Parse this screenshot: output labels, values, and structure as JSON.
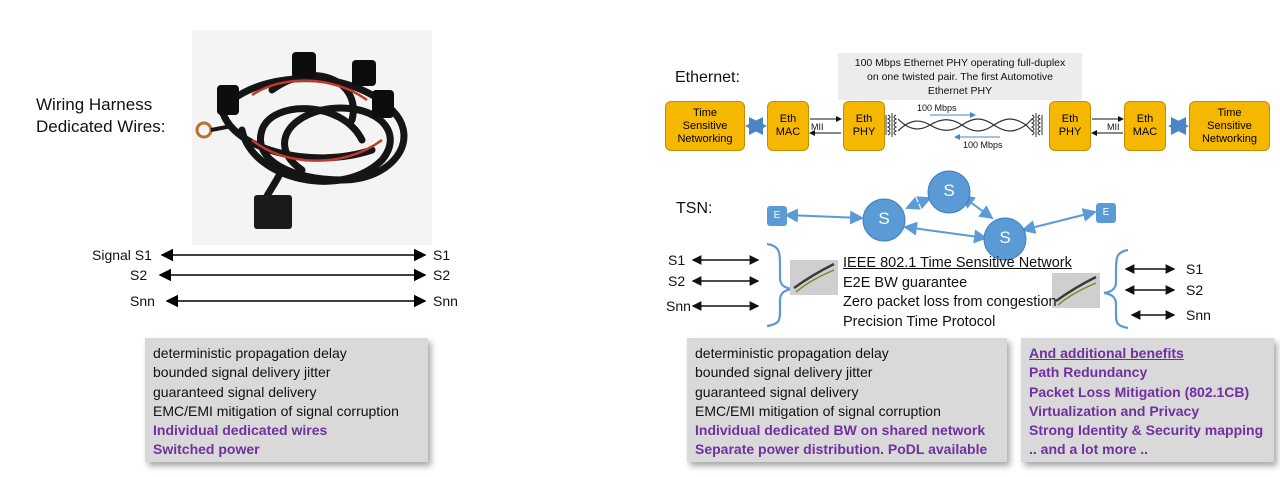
{
  "left": {
    "title_line1": "Wiring Harness",
    "title_line2": "Dedicated Wires:",
    "image": "wiring-harness-photo",
    "signals": [
      {
        "left": "Signal S1",
        "right": "S1"
      },
      {
        "left": "S2",
        "right": "S2"
      },
      {
        "left": "Snn",
        "right": "Snn"
      }
    ],
    "properties": [
      "deterministic propagation delay",
      "bounded signal delivery jitter",
      "guaranteed signal delivery",
      "EMC/EMI mitigation of signal corruption"
    ],
    "highlights": [
      "Individual dedicated wires",
      "Switched power"
    ]
  },
  "ethernet": {
    "label": "Ethernet:",
    "callout": [
      "100 Mbps Ethernet PHY operating full-duplex",
      "on one twisted pair.  The first Automotive",
      "Ethernet PHY"
    ],
    "tsn_left": [
      "Time",
      "Sensitive",
      "Networking"
    ],
    "mac": [
      "Eth",
      "MAC"
    ],
    "phy": [
      "Eth",
      "PHY"
    ],
    "mii": "MII",
    "rate_top": "100 Mbps",
    "rate_bottom": "100 Mbps",
    "tsn_right": [
      "Time",
      "Sensitive",
      "Networking"
    ],
    "colors": {
      "box": "#f5b700",
      "arrow": "#4a86c5"
    }
  },
  "tsn": {
    "label": "TSN:",
    "switch": "S",
    "endpoint": "E",
    "signals_left": [
      "S1",
      "S2",
      "Snn"
    ],
    "signals_right": [
      "S1",
      "S2",
      "Snn"
    ],
    "features_title": "IEEE 802.1 Time Sensitive Network",
    "features": [
      "E2E BW guarantee",
      "Zero packet loss from congestion",
      "Precision Time Protocol"
    ],
    "colors": {
      "node": "#5b9bd5",
      "link": "#5b9bd5"
    }
  },
  "tsn_box": {
    "properties": [
      "deterministic propagation delay",
      "bounded signal delivery jitter",
      "guaranteed signal delivery",
      "EMC/EMI mitigation of signal corruption"
    ],
    "highlights": [
      "Individual dedicated BW on shared network",
      "Separate power distribution.  PoDL available"
    ]
  },
  "benefits": {
    "title": "And additional benefits",
    "items": [
      "Path Redundancy",
      "Packet Loss Mitigation (802.1CB)",
      "Virtualization and Privacy",
      "Strong Identity & Security mapping",
      ".. and a lot more .."
    ],
    "color": "#7030a0"
  }
}
